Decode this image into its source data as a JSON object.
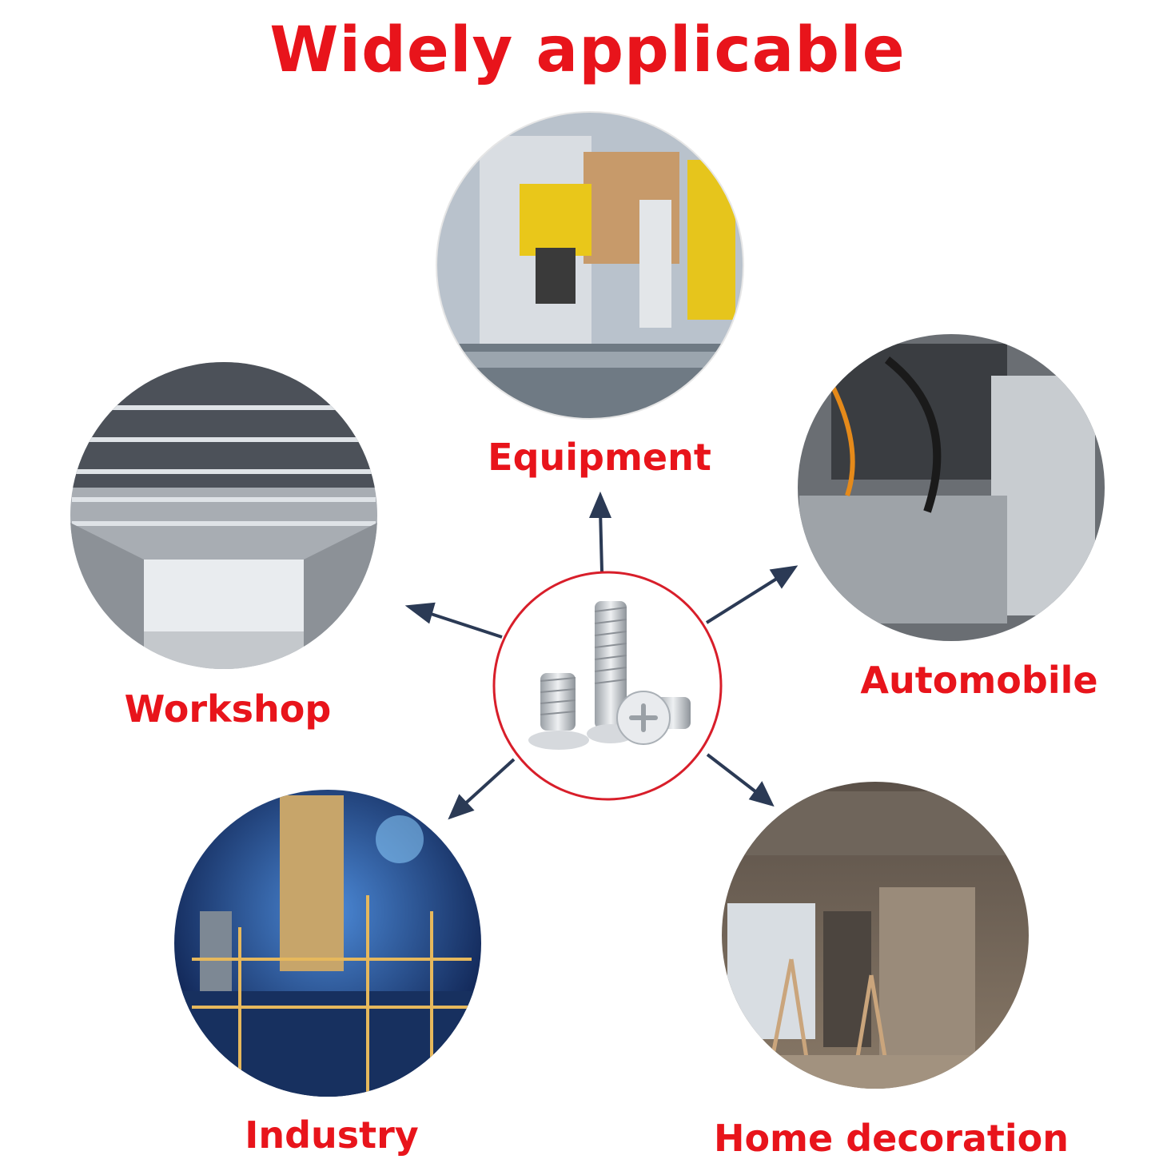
{
  "title": "Widely applicable",
  "labels": {
    "equipment": "Equipment",
    "workshop": "Workshop",
    "automobile": "Automobile",
    "industry": "Industry",
    "home": "Home decoration"
  },
  "colors": {
    "accent": "#e8141b",
    "arrow": "#2b3a55",
    "ring": "#d81e2a"
  }
}
